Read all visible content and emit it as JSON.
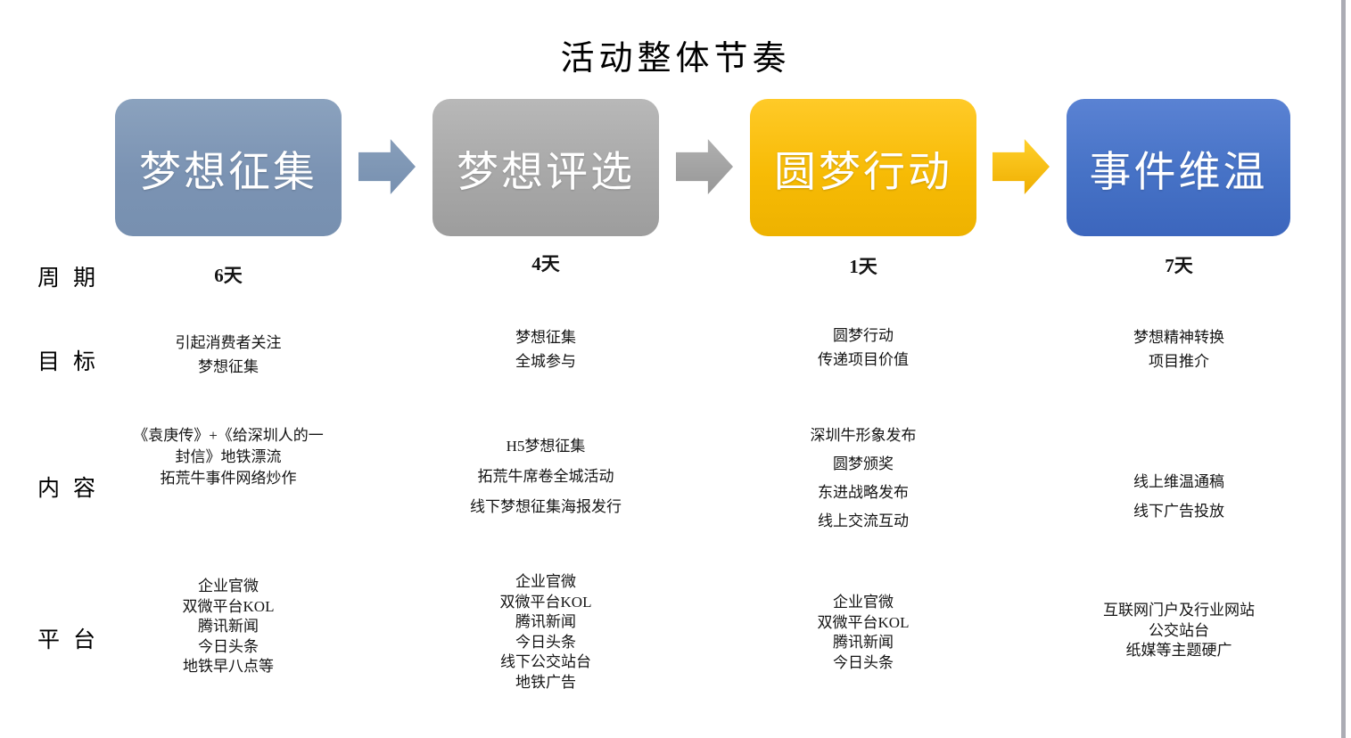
{
  "page": {
    "title": "活动整体节奏"
  },
  "stages": [
    {
      "label": "梦想征集",
      "color": "#7B93B3"
    },
    {
      "label": "梦想评选",
      "color": "#A8A8A8"
    },
    {
      "label": "圆梦行动",
      "color": "#F7BB05"
    },
    {
      "label": "事件维温",
      "color": "#4672C6"
    }
  ],
  "arrows": [
    {
      "direction": "right",
      "color": "#7790B0"
    },
    {
      "direction": "right",
      "color": "#9E9E9E"
    },
    {
      "direction": "right",
      "color": "#F7BC10"
    }
  ],
  "rows": [
    {
      "label": "周期",
      "cells": [
        {
          "lines": [
            "6天"
          ]
        },
        {
          "lines": [
            "4天"
          ]
        },
        {
          "lines": [
            "1天"
          ]
        },
        {
          "lines": [
            "7天"
          ]
        }
      ]
    },
    {
      "label": "目标",
      "cells": [
        {
          "lines": [
            "引起消费者关注",
            "梦想征集"
          ]
        },
        {
          "lines": [
            "梦想征集",
            "全城参与"
          ]
        },
        {
          "lines": [
            "圆梦行动",
            "传递项目价值"
          ]
        },
        {
          "lines": [
            "梦想精神转换",
            "项目推介"
          ]
        }
      ]
    },
    {
      "label": "内容",
      "cells": [
        {
          "lines": [
            "《袁庚传》+《给深圳人的一",
            "封信》地铁漂流",
            "拓荒牛事件网络炒作"
          ]
        },
        {
          "lines": [
            "H5梦想征集",
            "拓荒牛席卷全城活动",
            "线下梦想征集海报发行"
          ]
        },
        {
          "lines": [
            "深圳牛形象发布",
            "圆梦颁奖",
            "东进战略发布",
            "线上交流互动"
          ]
        },
        {
          "lines": [
            "线上维温通稿",
            "线下广告投放"
          ]
        }
      ]
    },
    {
      "label": "平台",
      "cells": [
        {
          "lines": [
            "企业官微",
            "双微平台KOL",
            "腾讯新闻",
            "今日头条",
            "地铁早八点等"
          ]
        },
        {
          "lines": [
            "企业官微",
            "双微平台KOL",
            "腾讯新闻",
            "今日头条",
            "线下公交站台",
            "地铁广告"
          ]
        },
        {
          "lines": [
            "企业官微",
            "双微平台KOL",
            "腾讯新闻",
            "今日头条"
          ]
        },
        {
          "lines": [
            "互联网门户及行业网站",
            "公交站台",
            "纸媒等主题硬广"
          ]
        }
      ]
    }
  ]
}
